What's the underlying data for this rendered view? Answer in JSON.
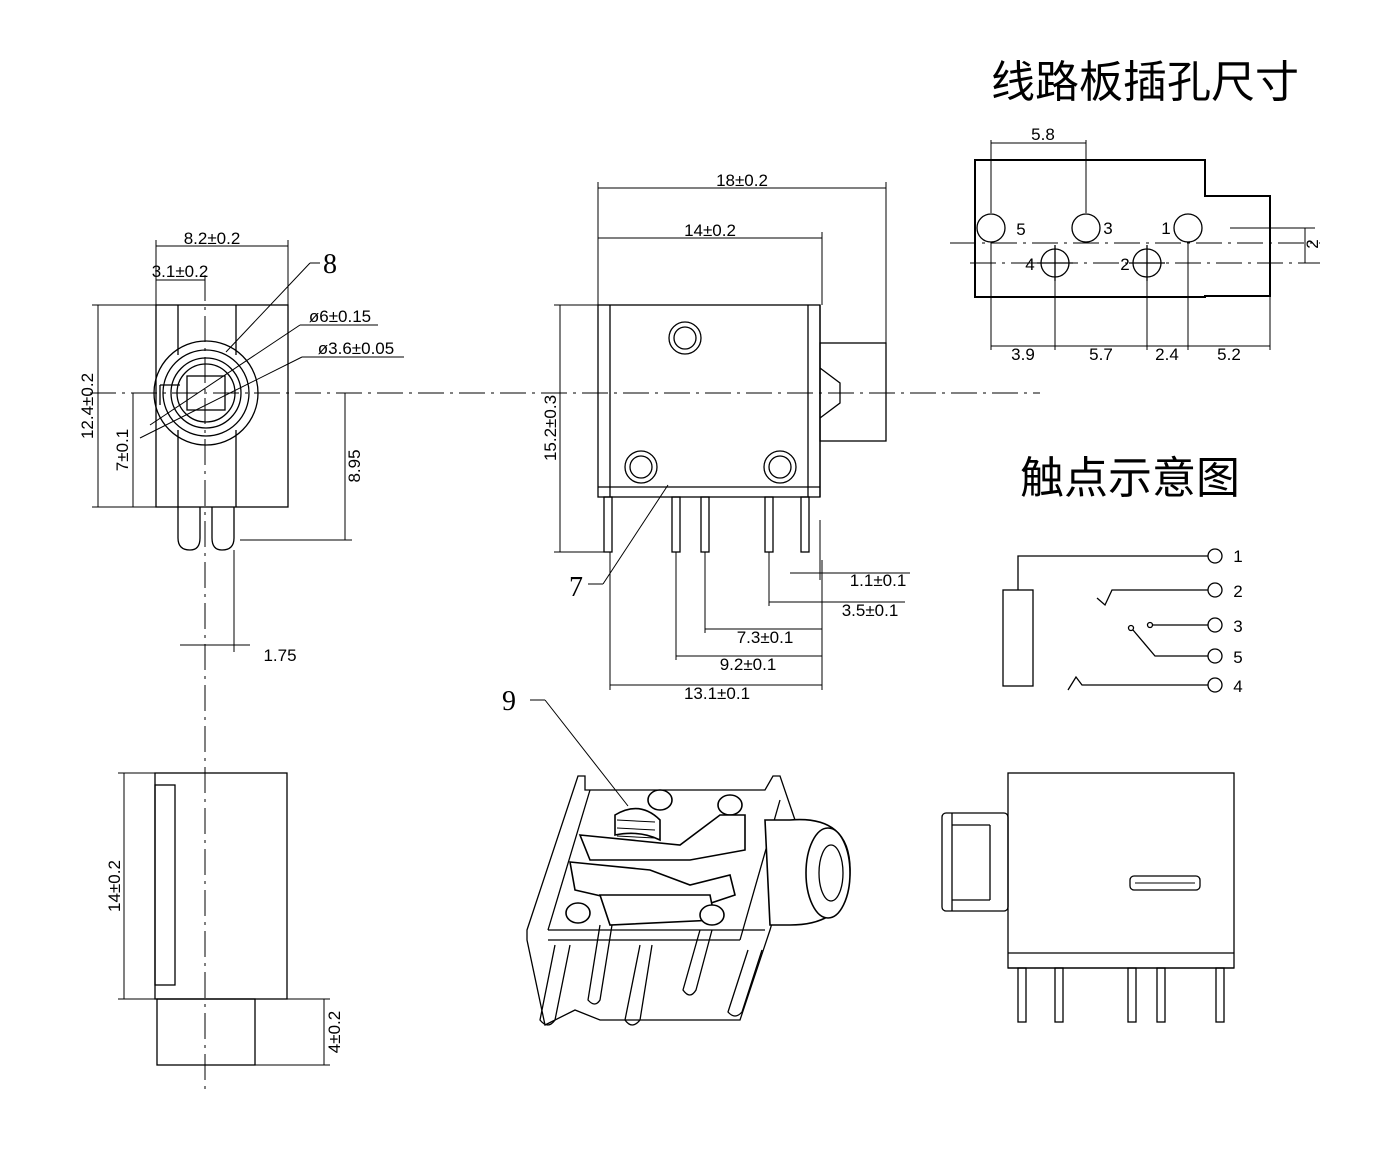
{
  "titles": {
    "pcb_holes": "线路板插孔尺寸",
    "contact_diagram": "触点示意图"
  },
  "front_view": {
    "width": "8.2±0.2",
    "offset": "3.1±0.2",
    "outer_dia": "ø6±0.15",
    "inner_dia": "ø3.6±0.05",
    "height": "12.4±0.2",
    "center_height": "7±0.1",
    "pin_depth": "8.95",
    "pin_offset": "1.75",
    "callout": "8"
  },
  "side_view": {
    "length_total": "18±0.2",
    "length_body": "14±0.2",
    "height": "15.2±0.3",
    "pin_a": "1.1±0.1",
    "pin_b": "3.5±0.1",
    "pin_c": "7.3±0.1",
    "pin_d": "9.2±0.1",
    "pin_e": "13.1±0.1",
    "callout": "7"
  },
  "pcb_layout": {
    "top_spacing": "5.8",
    "right_spacing": "2",
    "bottom_spacings": [
      "3.9",
      "5.7",
      "2.4",
      "5.2"
    ],
    "holes": [
      "5",
      "3",
      "1",
      "4",
      "2"
    ]
  },
  "contacts": {
    "labels": [
      "1",
      "2",
      "3",
      "5",
      "4"
    ]
  },
  "bottom_view": {
    "length": "14±0.2",
    "barrel": "4±0.2"
  },
  "iso_view": {
    "callout": "9"
  }
}
